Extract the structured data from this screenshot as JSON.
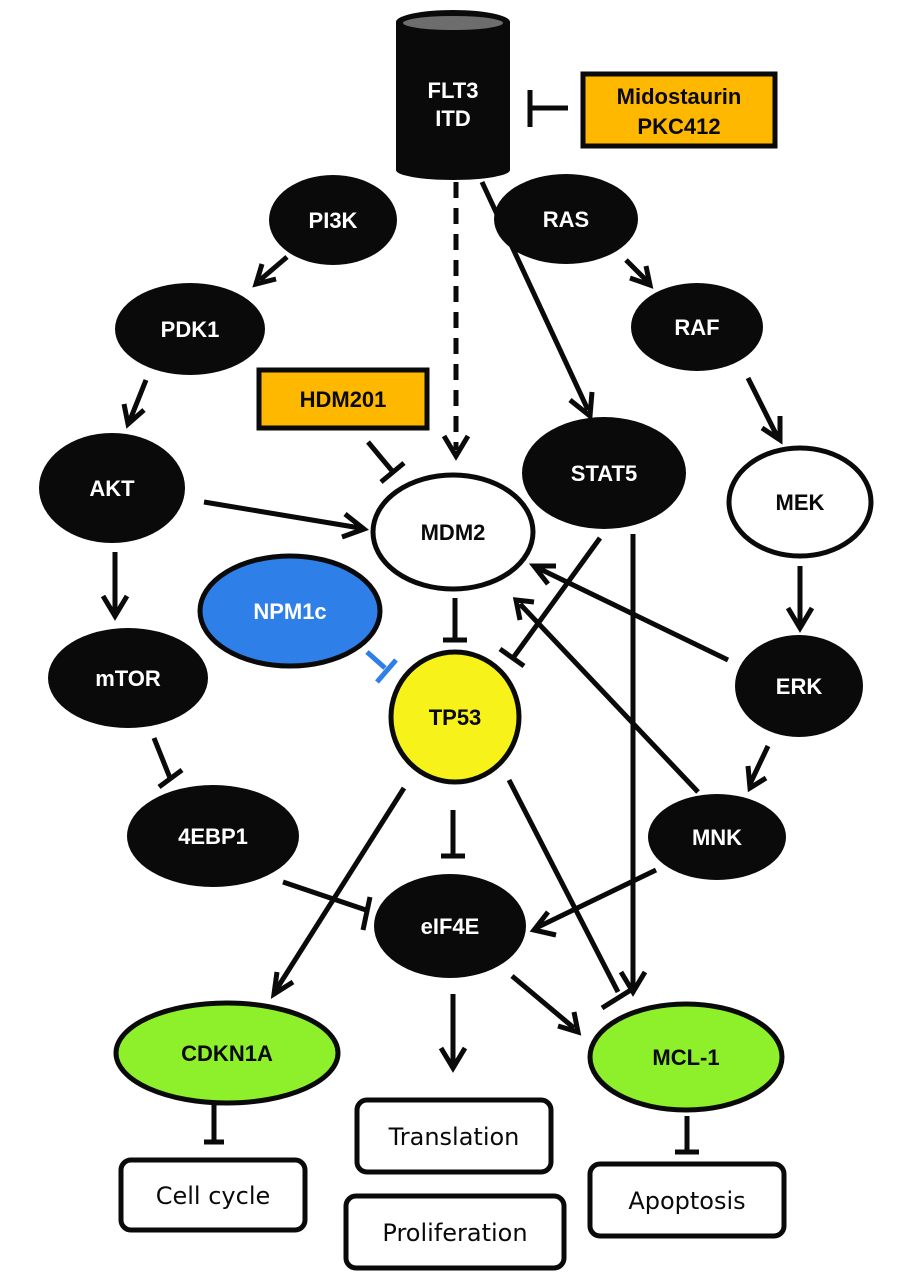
{
  "colors": {
    "black_node": "#0a0a0a",
    "white_node": "#ffffff",
    "drug": "#ffb800",
    "npm1c": "#2f7fe8",
    "tp53": "#f7f21a",
    "green_node": "#8ef02a",
    "npm1c_edge": "#2f7fe8"
  },
  "receptor": {
    "line1": "FLT3",
    "line2": "ITD"
  },
  "drugs": {
    "midostaurin": {
      "line1": "Midostaurin",
      "line2": "PKC412"
    },
    "hdm201": {
      "label": "HDM201"
    }
  },
  "nodes": {
    "pi3k": "PI3K",
    "pdk1": "PDK1",
    "akt": "AKT",
    "mtor": "mTOR",
    "ebp1": "4EBP1",
    "ras": "RAS",
    "raf": "RAF",
    "mek": "MEK",
    "erk": "ERK",
    "mnk": "MNK",
    "stat5": "STAT5",
    "mdm2": "MDM2",
    "npm1c": "NPM1c",
    "tp53": "TP53",
    "eif4e": "eIF4E",
    "cdkn1a": "CDKN1A",
    "mcl1": "MCL-1"
  },
  "outcomes": {
    "cell_cycle": "Cell cycle",
    "translation": "Translation",
    "proliferation": "Proliferation",
    "apoptosis": "Apoptosis"
  },
  "edges": [
    {
      "from": "midostaurin",
      "to": "flt3",
      "type": "inhibit"
    },
    {
      "from": "flt3",
      "to": "mdm2",
      "type": "activate-dashed"
    },
    {
      "from": "flt3",
      "to": "stat5",
      "type": "activate"
    },
    {
      "from": "pi3k",
      "to": "pdk1",
      "type": "activate"
    },
    {
      "from": "pdk1",
      "to": "akt",
      "type": "activate"
    },
    {
      "from": "akt",
      "to": "mtor",
      "type": "activate"
    },
    {
      "from": "akt",
      "to": "mdm2",
      "type": "activate"
    },
    {
      "from": "mtor",
      "to": "4ebp1",
      "type": "inhibit"
    },
    {
      "from": "4ebp1",
      "to": "eif4e",
      "type": "inhibit"
    },
    {
      "from": "ras",
      "to": "raf",
      "type": "activate"
    },
    {
      "from": "raf",
      "to": "mek",
      "type": "activate"
    },
    {
      "from": "mek",
      "to": "erk",
      "type": "activate"
    },
    {
      "from": "erk",
      "to": "mnk",
      "type": "activate"
    },
    {
      "from": "erk",
      "to": "mdm2",
      "type": "activate"
    },
    {
      "from": "mnk",
      "to": "mdm2",
      "type": "activate"
    },
    {
      "from": "mnk",
      "to": "eif4e",
      "type": "activate"
    },
    {
      "from": "hdm201",
      "to": "mdm2",
      "type": "inhibit"
    },
    {
      "from": "mdm2",
      "to": "tp53",
      "type": "inhibit"
    },
    {
      "from": "npm1c",
      "to": "tp53",
      "type": "inhibit"
    },
    {
      "from": "stat5",
      "to": "tp53",
      "type": "inhibit"
    },
    {
      "from": "stat5",
      "to": "mcl1",
      "type": "activate"
    },
    {
      "from": "tp53",
      "to": "eif4e",
      "type": "inhibit"
    },
    {
      "from": "tp53",
      "to": "cdkn1a",
      "type": "activate"
    },
    {
      "from": "tp53",
      "to": "mcl1",
      "type": "inhibit"
    },
    {
      "from": "eif4e",
      "to": "mcl1",
      "type": "activate"
    },
    {
      "from": "eif4e",
      "to": "translation",
      "type": "activate"
    },
    {
      "from": "cdkn1a",
      "to": "cell_cycle",
      "type": "inhibit"
    },
    {
      "from": "mcl1",
      "to": "apoptosis",
      "type": "inhibit"
    }
  ]
}
